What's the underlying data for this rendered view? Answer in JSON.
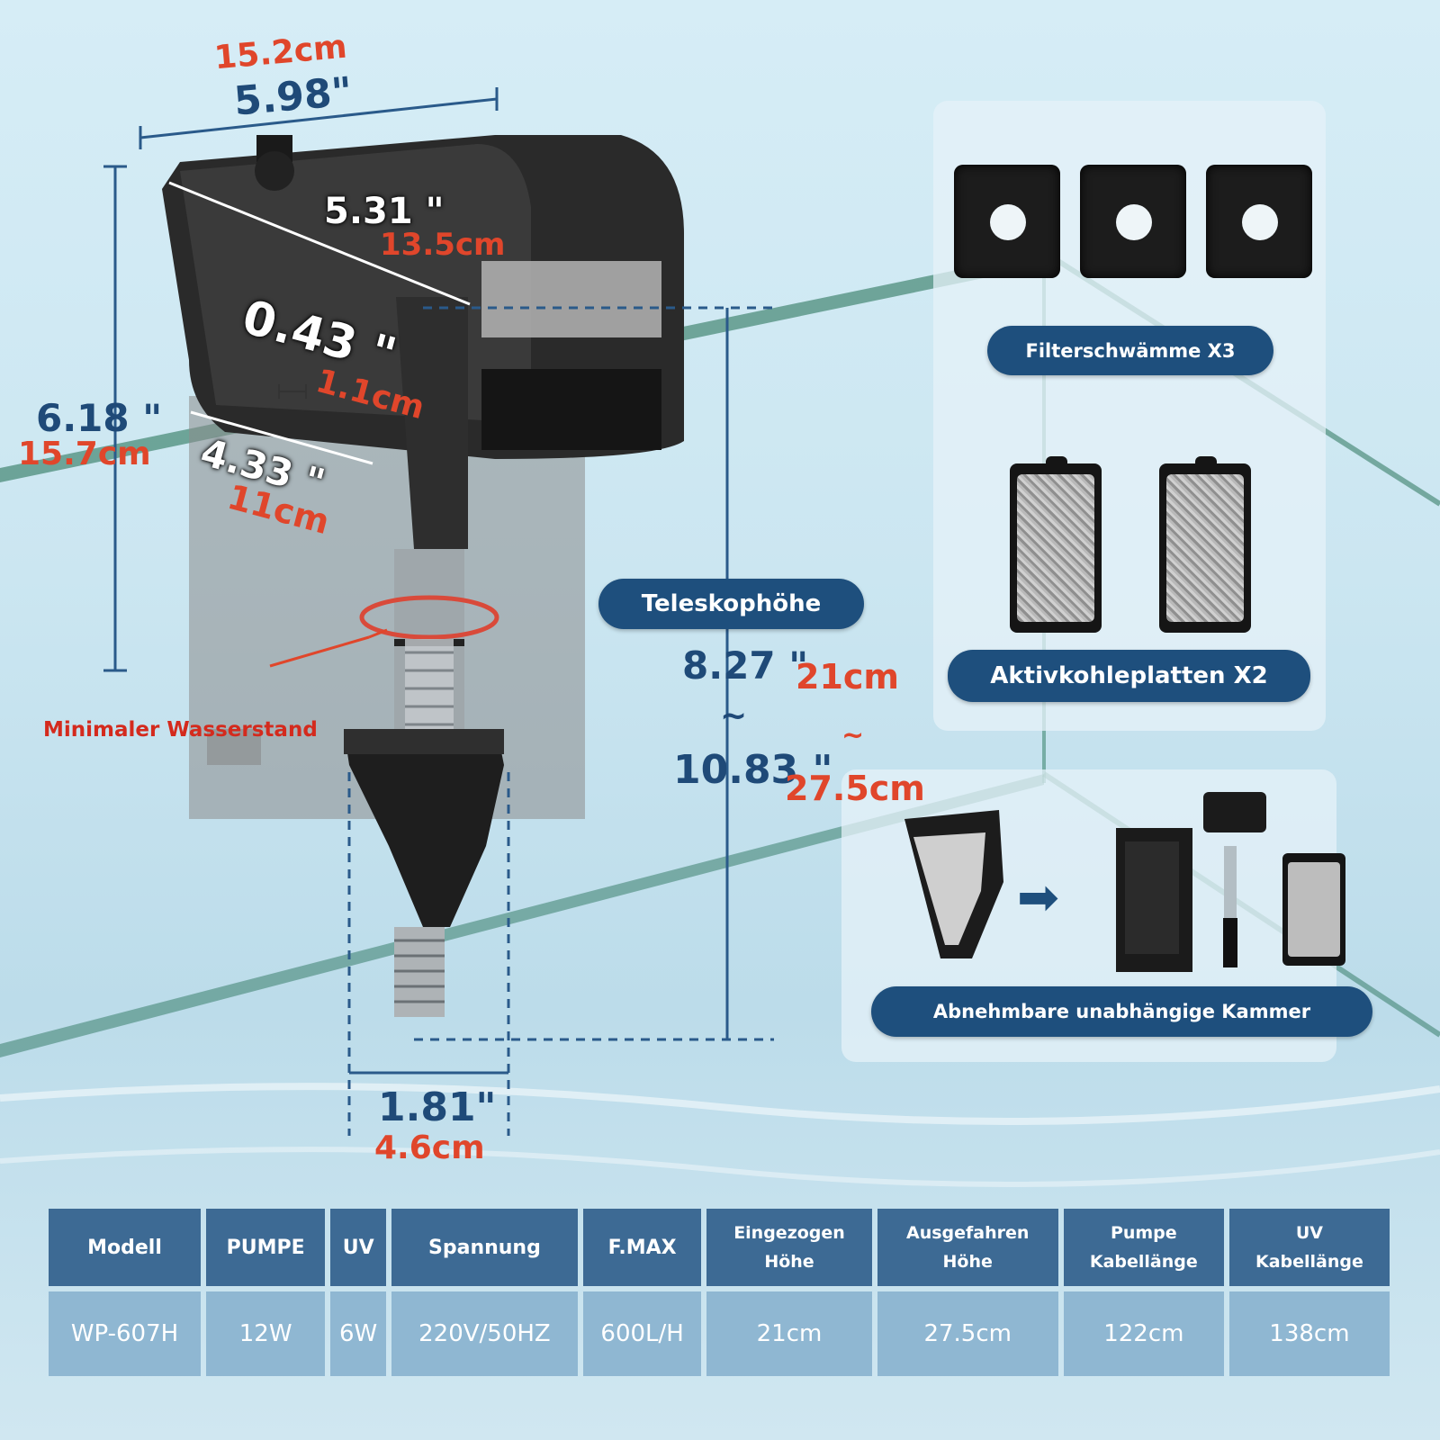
{
  "dimensions": {
    "width_cm": "15.2cm",
    "width_in": "5.98\"",
    "depth_in": "5.31 \"",
    "depth_cm": "13.5cm",
    "wall_in": "0.43 \"",
    "wall_cm": "1.1cm",
    "height_in": "6.18 \"",
    "height_cm": "15.7cm",
    "inner_in": "4.33 \"",
    "inner_cm": "11cm",
    "intake_in": "1.81\"",
    "intake_cm": "4.6cm",
    "min_water_label": "Minimaler Wasserstand"
  },
  "telescopic": {
    "label": "Teleskophöhe",
    "min_in": "8.27 \"",
    "min_cm": "21cm",
    "tilde1": "~",
    "tilde2": "~",
    "max_in": "10.83 \"",
    "max_cm": "27.5cm"
  },
  "accessories": {
    "sponges_label": "Filterschwämme X3",
    "carbon_label": "Aktivkohleplatten X2",
    "chamber_label": "Abnehmbare unabhängige Kammer"
  },
  "spec_table": {
    "headers": [
      "Modell",
      "PUMPE",
      "UV",
      "Spannung",
      "F.MAX"
    ],
    "headers_two_line": [
      [
        "Eingezogen",
        "Höhe"
      ],
      [
        "Ausgefahren",
        "Höhe"
      ],
      [
        "Pumpe",
        "Kabellänge"
      ],
      [
        "UV",
        "Kabellänge"
      ]
    ],
    "row": [
      "WP-607H",
      "12W",
      "6W",
      "220V/50HZ",
      "600L/H",
      "21cm",
      "27.5cm",
      "122cm",
      "138cm"
    ]
  },
  "colors": {
    "accent_blue": "#1e4f7d",
    "dimension_red": "#e0462b",
    "dimension_blue": "#1f4a78"
  },
  "icons": [
    "arrow-right-icon"
  ]
}
